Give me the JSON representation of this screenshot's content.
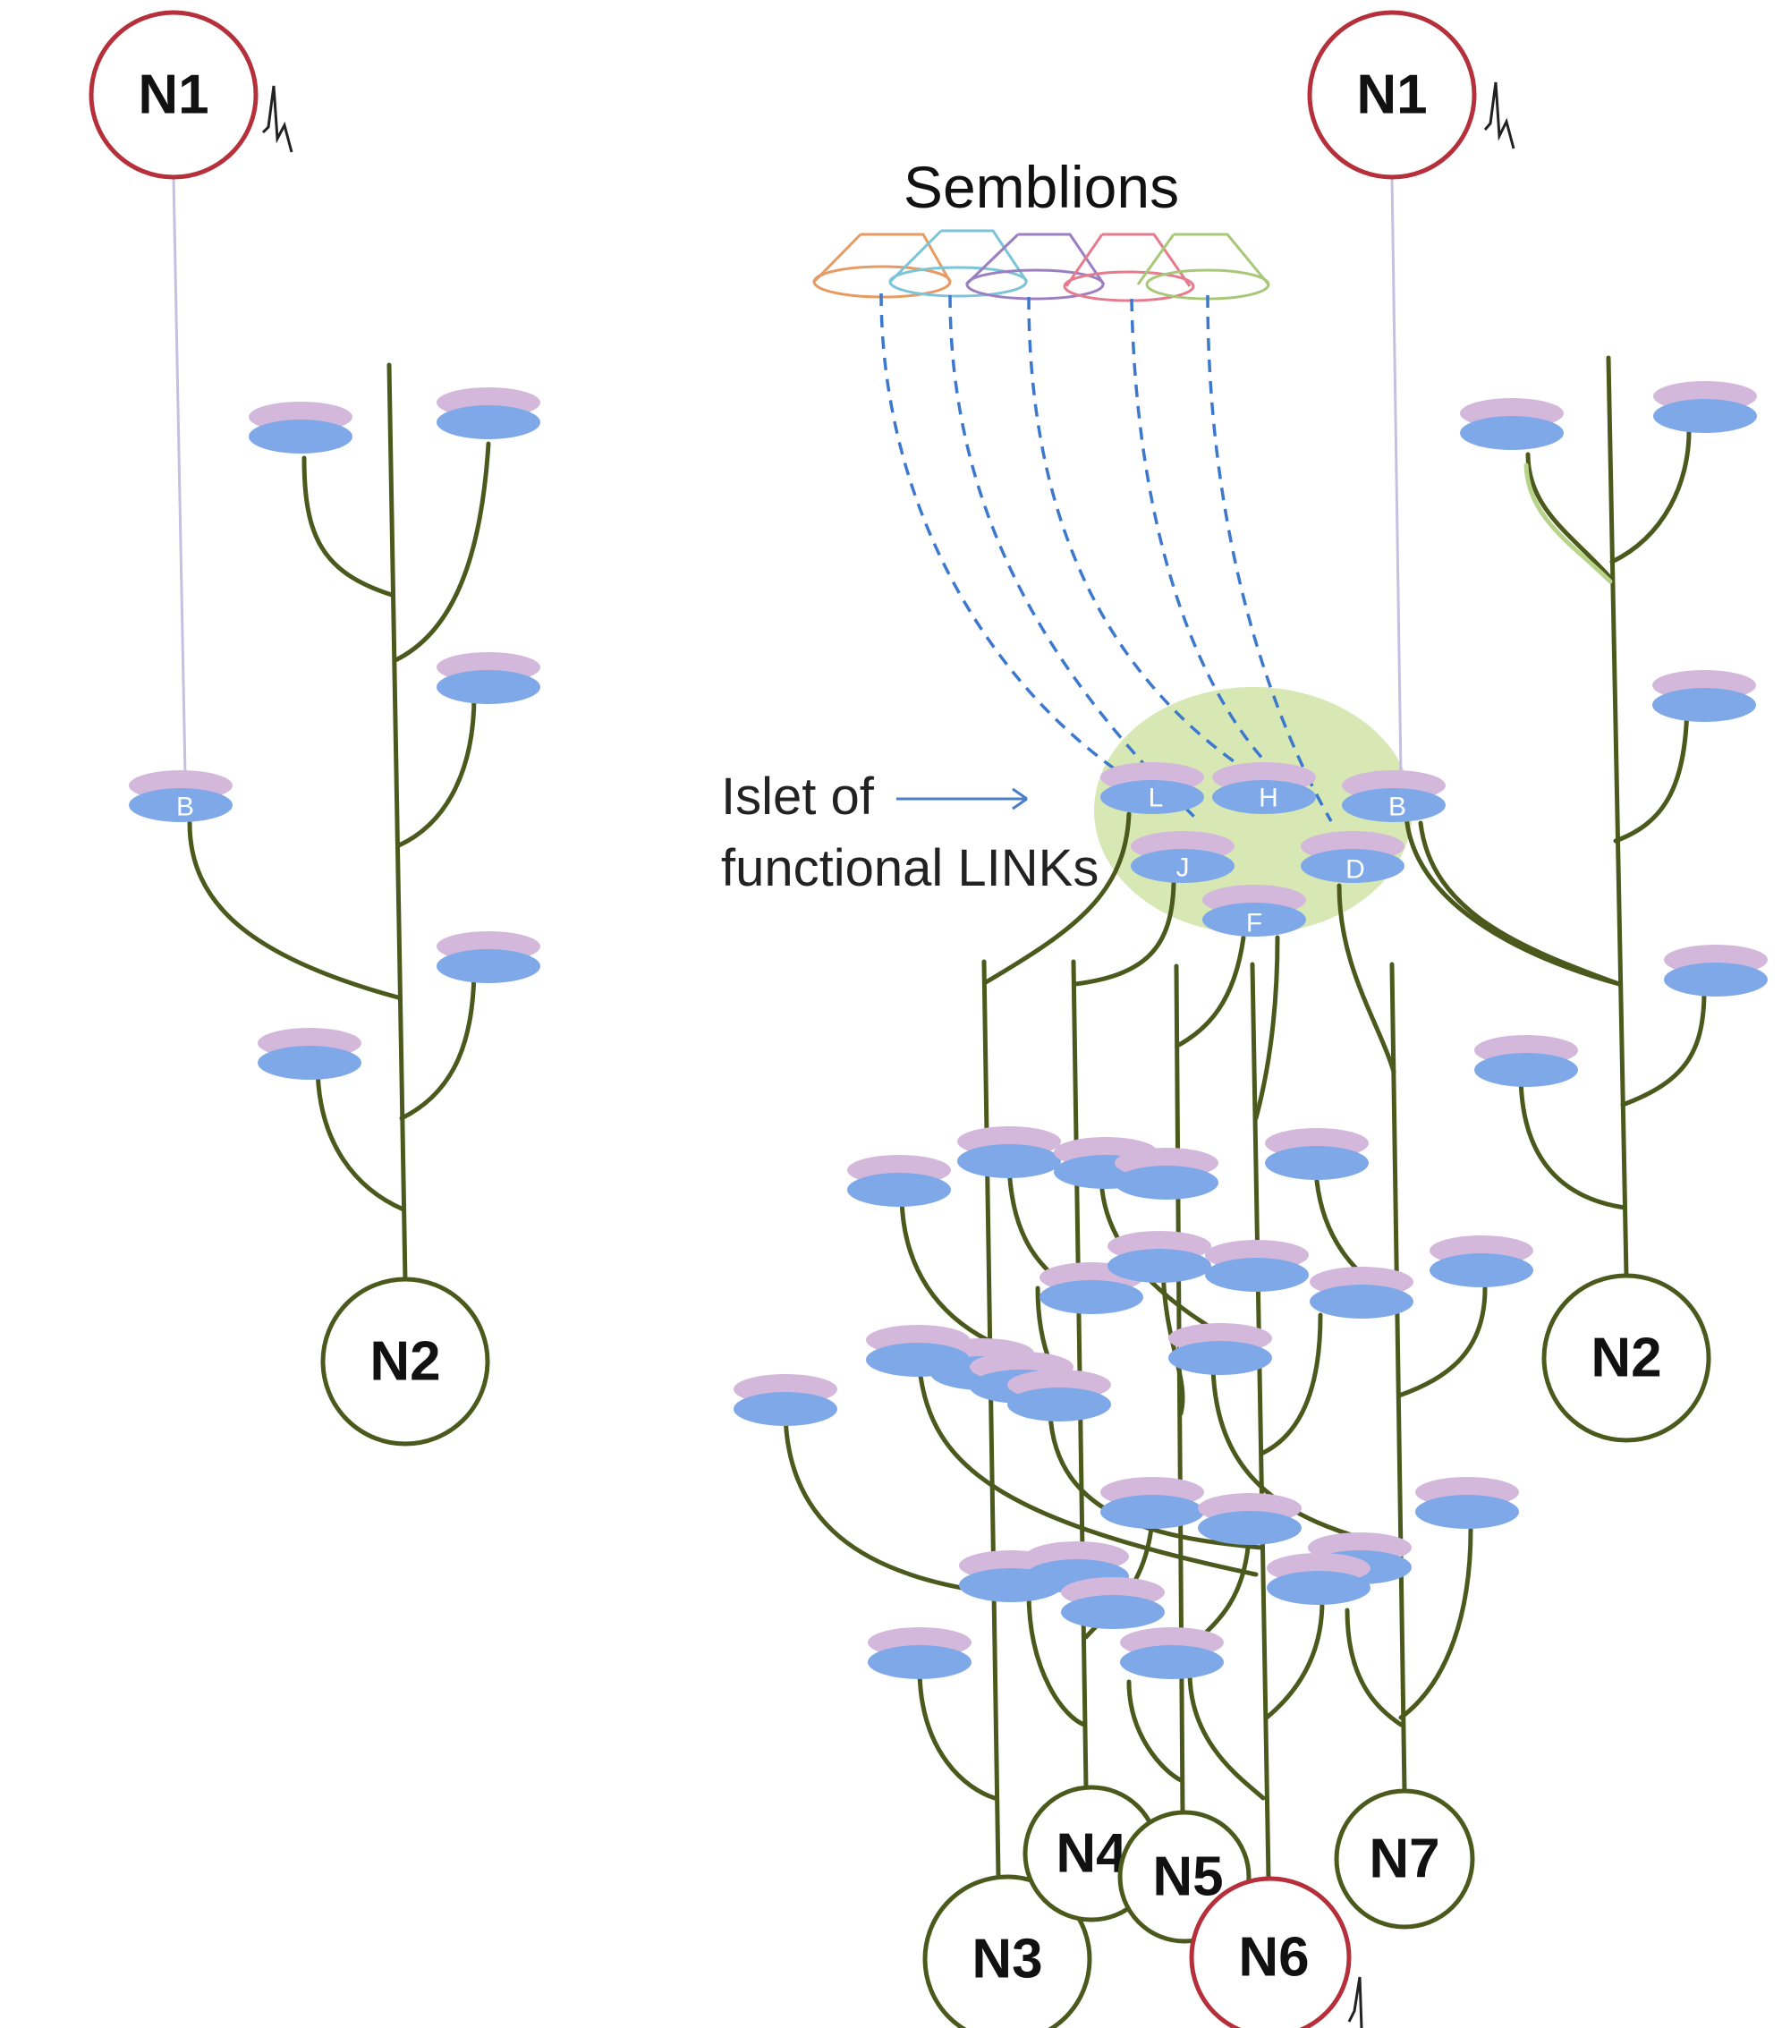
{
  "title": "Semblions",
  "islet_label": [
    "Islet of",
    "functional LINKs"
  ],
  "neurons": {
    "n1_left": "N1",
    "n1_right": "N1",
    "n2_left": "N2",
    "n2_right": "N2",
    "n3": "N3",
    "n4": "N4",
    "n5": "N5",
    "n6": "N6",
    "n7": "N7"
  },
  "synapse_labels": {
    "b_left": "B",
    "l": "L",
    "h": "H",
    "b_right": "B",
    "j": "J",
    "d": "D",
    "f": "F"
  },
  "semblion_colors": [
    "#e59b63",
    "#7cc4d8",
    "#9b7fc0",
    "#e57b8c",
    "#a8c878"
  ],
  "colors": {
    "active_neuron": "#b5303a",
    "neuron": "#4b5a1c",
    "dendrite": "#4b5a1c",
    "dendrite_light": "#b8d48a",
    "axon": "#c4c0e0",
    "postsynaptic": "#7fa8e8",
    "presynaptic": "#d4b8dc",
    "islet": "#d7e8b4",
    "dash": "#3d78cf",
    "arrow": "#4a7fc8"
  }
}
